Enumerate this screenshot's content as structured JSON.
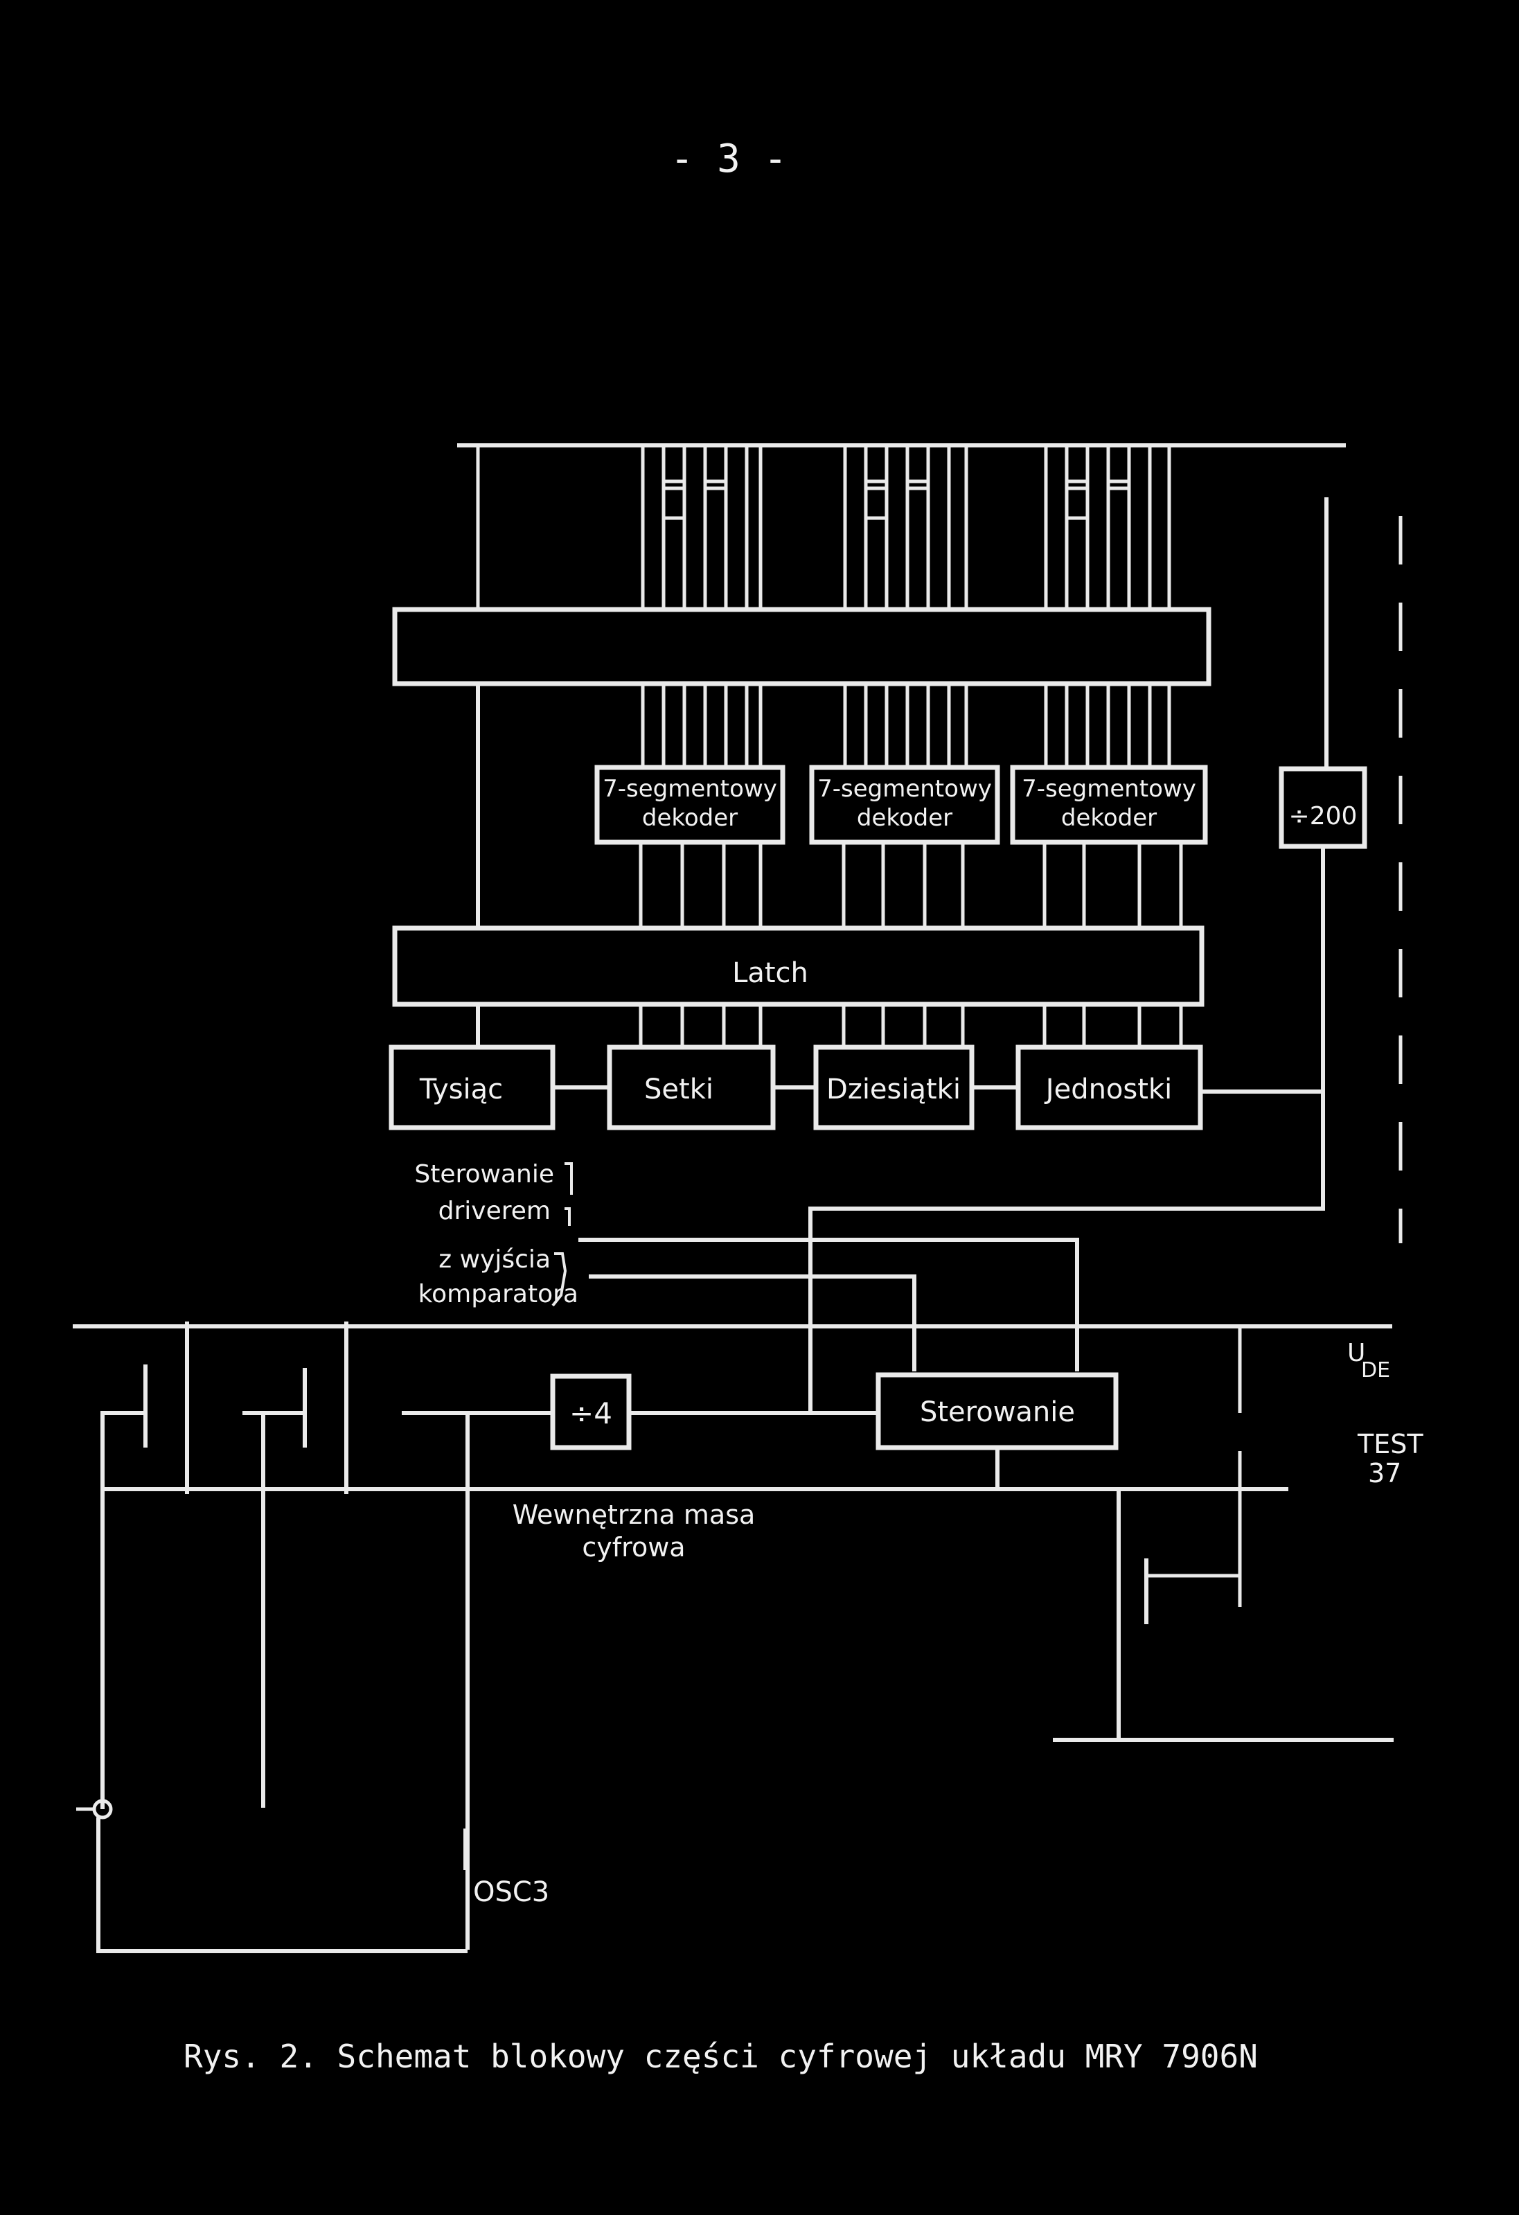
{
  "page_number": "- 3 -",
  "blocks": {
    "decoder_1": [
      "7-segmentowy",
      "dekoder"
    ],
    "decoder_2": [
      "7-segmentowy",
      "dekoder"
    ],
    "decoder_3": [
      "7-segmentowy",
      "dekoder"
    ],
    "divider_200": "÷200",
    "latch": "Latch",
    "thousands": "Tysiąc",
    "hundreds": "Setki",
    "tens": "Dziesiątki",
    "units": "Jednostki",
    "divider_4": "÷4",
    "control": "Sterowanie"
  },
  "labels": {
    "driver_control": [
      "Sterowanie",
      "driverem",
      "z wyjścia",
      "komparatora"
    ],
    "internal_ground": [
      "Wewnętrzna masa",
      "cyfrowa"
    ],
    "udd": "U",
    "udd_sub": "DE",
    "test": "TEST",
    "test_pin": "37",
    "osc": "OSC3"
  },
  "caption": "Rys. 2. Schemat blokowy części cyfrowej układu MRY 7906N"
}
